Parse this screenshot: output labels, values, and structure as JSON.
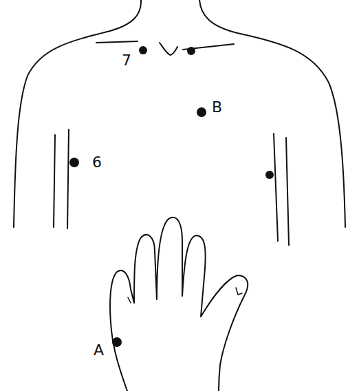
{
  "diagram": {
    "labels": [
      "7",
      "B",
      "6",
      "A"
    ]
  }
}
